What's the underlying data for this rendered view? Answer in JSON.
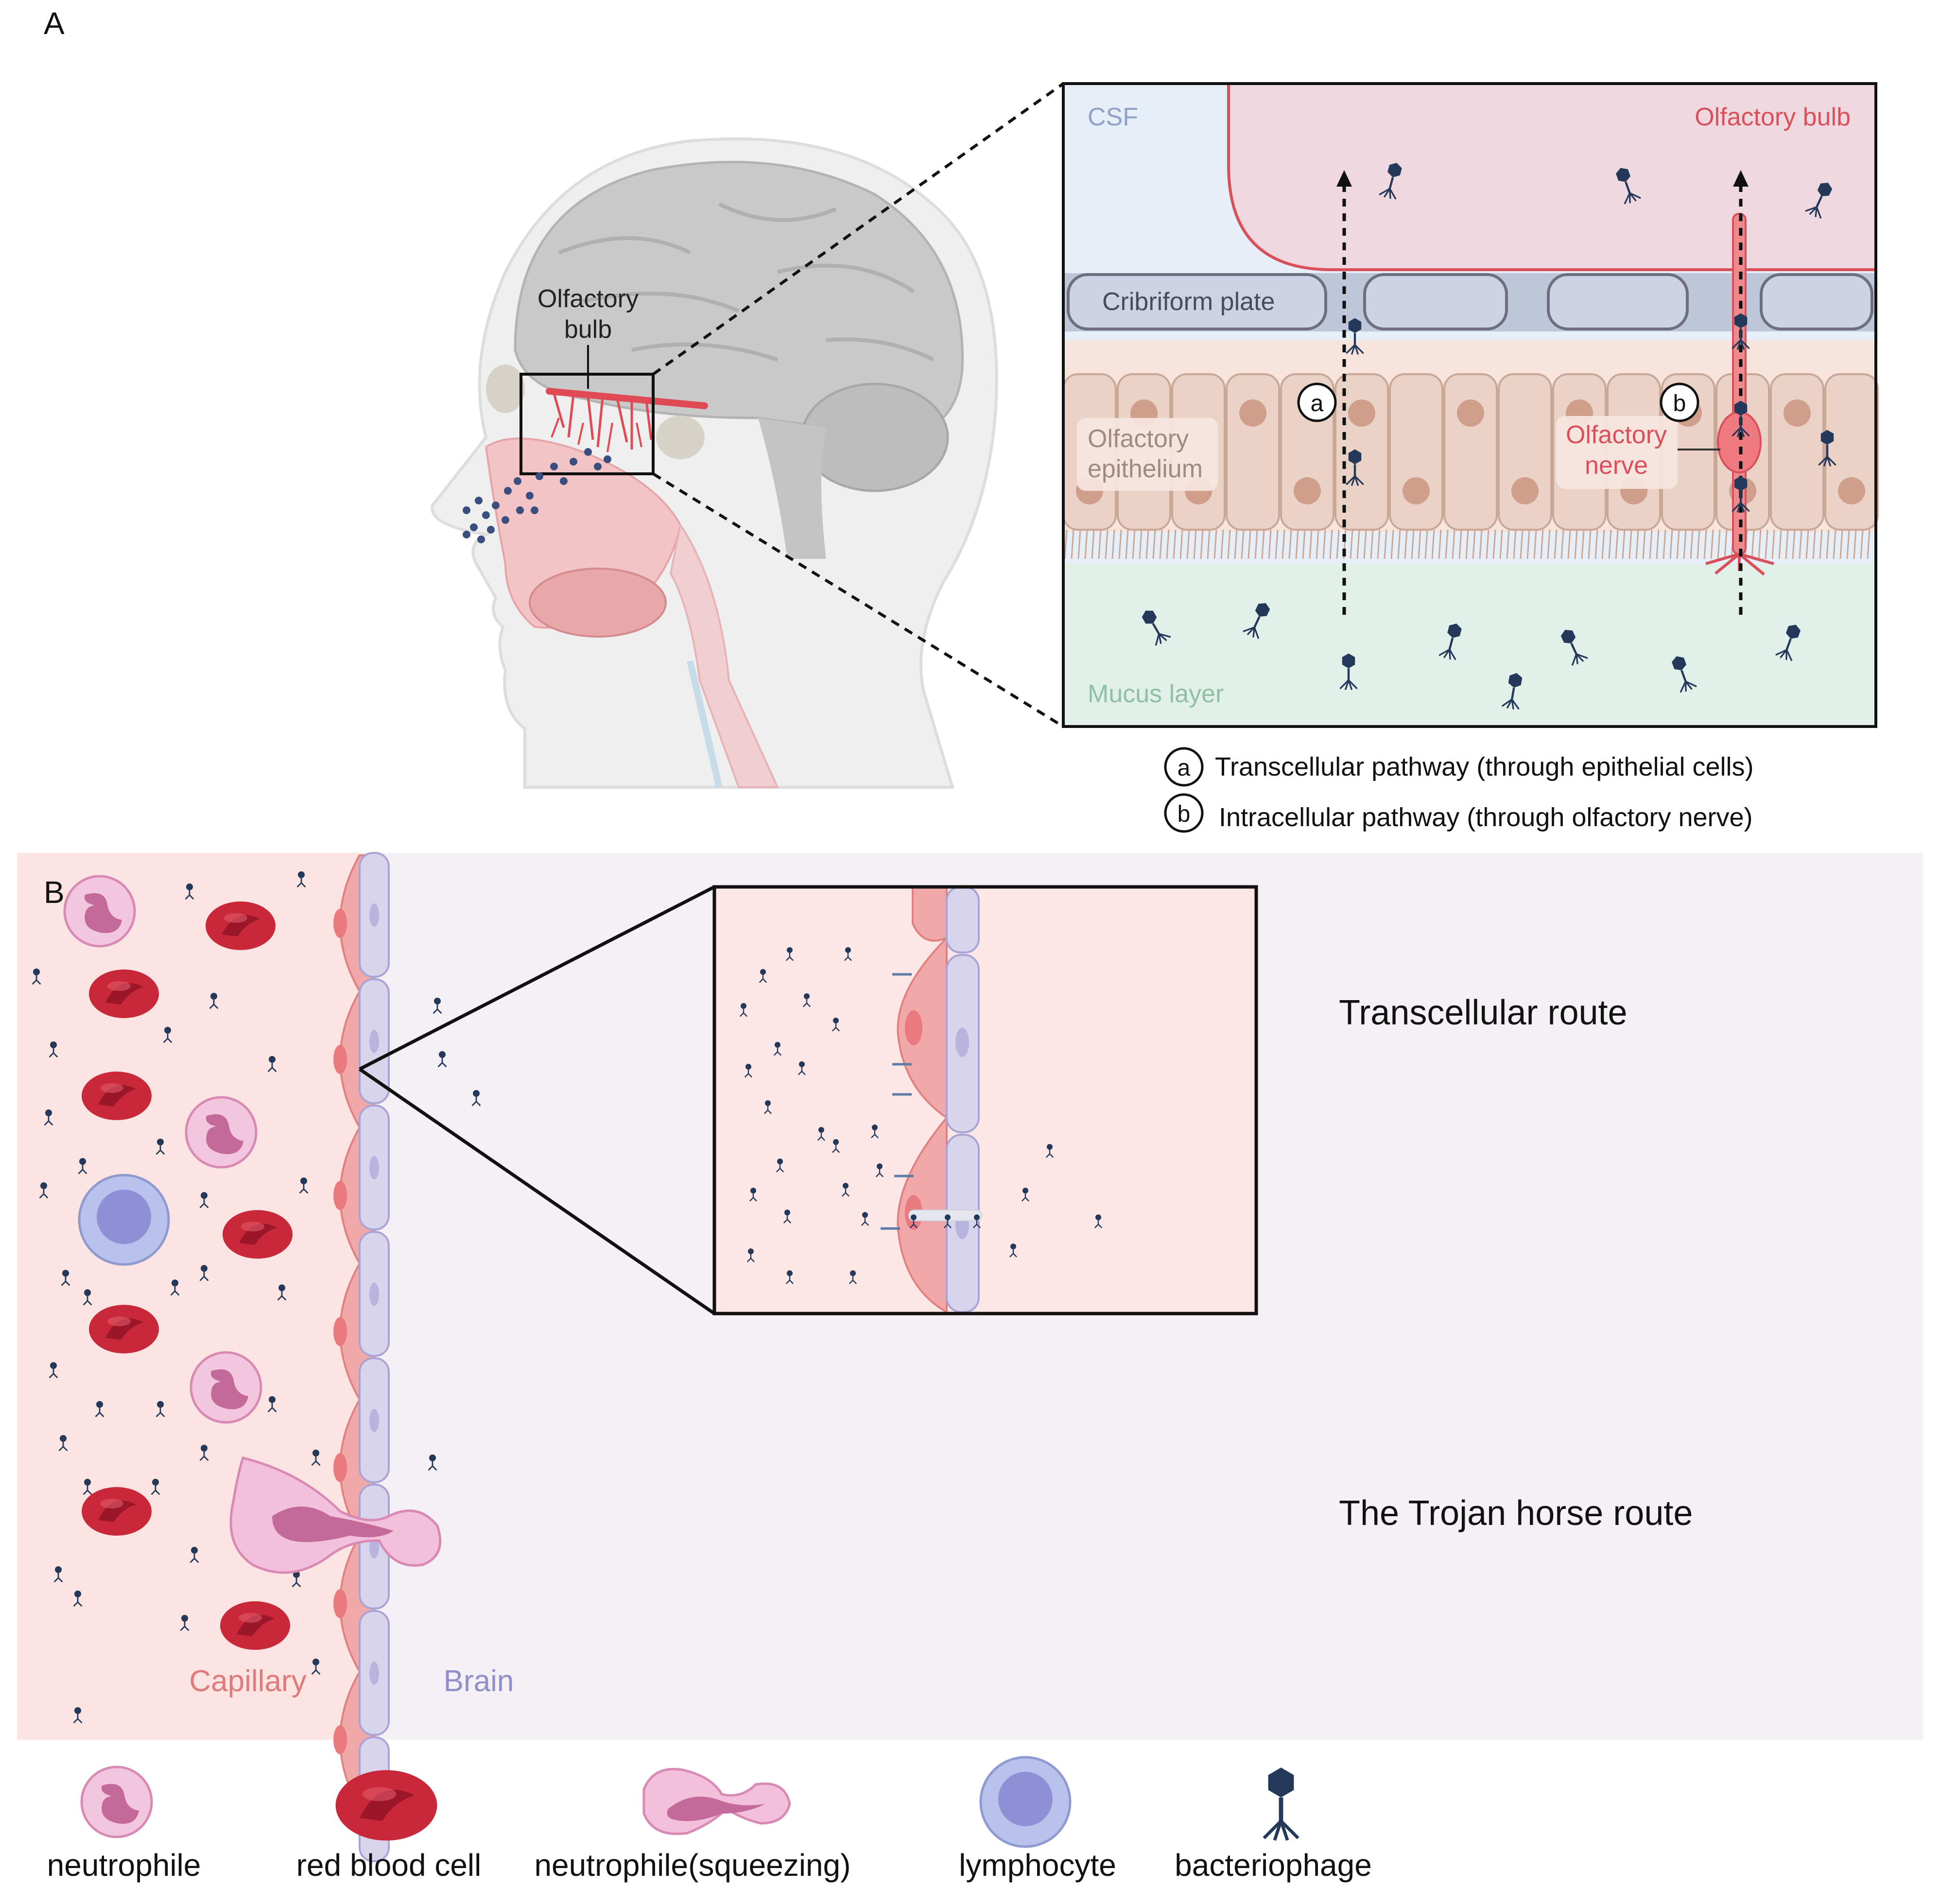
{
  "panel_a": {
    "letter": "A",
    "head_label_line1": "Olfactory",
    "head_label_line2": "bulb",
    "csf": "CSF",
    "olfactory_bulb": "Olfactory bulb",
    "cribriform_plate": "Cribriform plate",
    "epithelium_line1": "Olfactory",
    "epithelium_line2": "epithelium",
    "nerve_line1": "Olfactory",
    "nerve_line2": "nerve",
    "mucus_layer": "Mucus layer",
    "marker_a": "a",
    "marker_b": "b",
    "pathway_a": "Transcellular pathway (through epithelial cells)",
    "pathway_b": "Intracellular pathway (through olfactory nerve)"
  },
  "panel_b": {
    "letter": "B",
    "transcellular_route": "Transcellular route",
    "trojan_route": "The Trojan horse route",
    "capillary": "Capillary",
    "brain": "Brain"
  },
  "legend": {
    "neutrophile": "neutrophile",
    "red_blood_cell": "red blood cell",
    "neutrophile_squeezing": "neutrophile(squeezing)",
    "lymphocyte": "lymphocyte",
    "bacteriophage": "bacteriophage"
  },
  "colors": {
    "capillary_text": "#e07a7a",
    "brain_text": "#8f8fc9",
    "bulb_text": "#d9505a",
    "csf_text": "#8fa1c9",
    "mucus_text": "#8fc0a6",
    "epithelium_text": "#a08a80",
    "phage": "#24385a",
    "rbc": "#c8283a",
    "neutrophil": "#e8a6c8",
    "lymphocyte": "#a8b6e0"
  }
}
